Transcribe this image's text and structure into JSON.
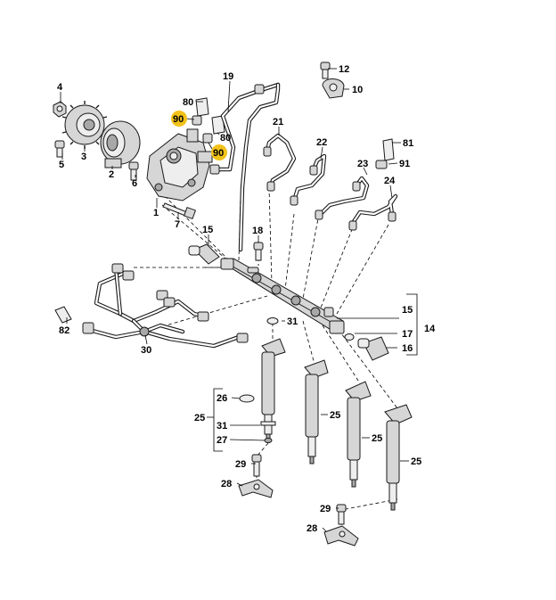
{
  "callouts": {
    "c4": "4",
    "c3": "3",
    "c5": "5",
    "c2": "2",
    "c6": "6",
    "c1": "1",
    "c7": "7",
    "c80a": "80",
    "c90a": "90",
    "c80b": "80",
    "c90b": "90",
    "c19": "19",
    "c12": "12",
    "c10": "10",
    "c21": "21",
    "c22": "22",
    "c81": "81",
    "c23": "23",
    "c91": "91",
    "c24": "24",
    "c15a": "15",
    "c18": "18",
    "c15b": "15",
    "c14": "14",
    "c17": "17",
    "c16": "16",
    "c31a": "31",
    "c82": "82",
    "c30": "30",
    "c26": "26",
    "c25a": "25",
    "c31b": "31",
    "c27": "27",
    "c25b": "25",
    "c25c": "25",
    "c25d": "25",
    "c29a": "29",
    "c28a": "28",
    "c29b": "29",
    "c28b": "28"
  },
  "colors": {
    "highlight": "#f2c21a",
    "line": "#1a1a1a",
    "background": "#ffffff"
  }
}
